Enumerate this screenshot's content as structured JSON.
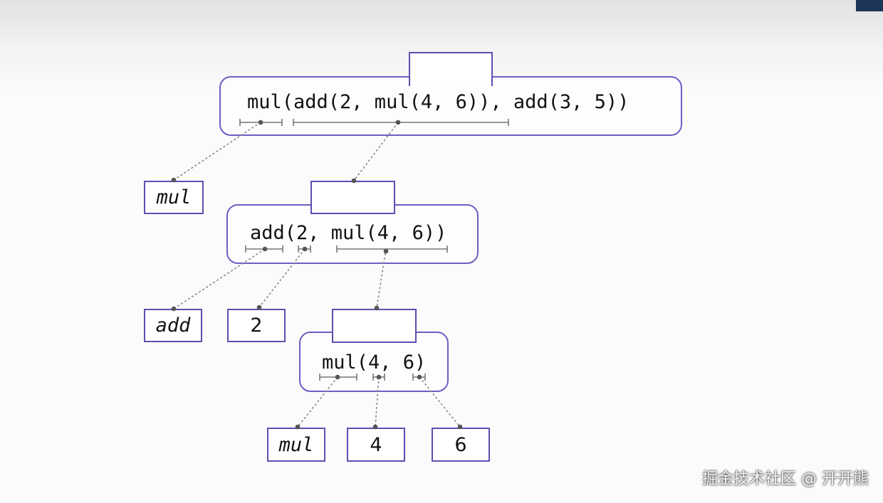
{
  "diagram": {
    "root_expression": "mul(add(2, mul(4, 6)), add(3, 5))",
    "middle_expression": "add(2, mul(4, 6))",
    "inner_expression": "mul(4, 6)",
    "leaves": {
      "root_operator": "mul",
      "middle_operator": "add",
      "middle_operand": "2",
      "inner_operator": "mul",
      "inner_operand_1": "4",
      "inner_operand_2": "6"
    }
  },
  "colors": {
    "frame_border": "#6a5fc1",
    "link": "#777777",
    "marker": "#555555"
  },
  "watermark": "掘金技术社区 @ 开开熊"
}
